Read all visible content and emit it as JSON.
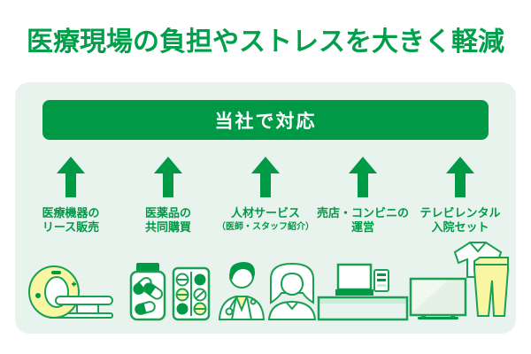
{
  "title": "医療現場の負担やストレスを大きく軽減",
  "banner": {
    "label": "当社で対応"
  },
  "colors": {
    "accent_green": "#009a47",
    "title_green": "#00a04b",
    "panel_background": "#e8f3ee",
    "icon_yellow": "#f9f6a3",
    "icon_light_green": "#cde9d7",
    "white": "#ffffff"
  },
  "services": [
    {
      "name": "medical-equipment-lease",
      "line1": "医療機器の",
      "line2": "リース販売",
      "icon": "mri-scanner-icon"
    },
    {
      "name": "pharmaceutical-joint-purchase",
      "line1": "医薬品の",
      "line2": "共同購買",
      "icon": "medicine-icon"
    },
    {
      "name": "hr-services",
      "line1": "人材サービス",
      "line2": "（医師・スタッフ紹介）",
      "icon": "medical-staff-icon"
    },
    {
      "name": "shop-convenience-store",
      "line1": "売店・コンビニの",
      "line2": "運営",
      "icon": "store-register-icon"
    },
    {
      "name": "tv-rental-hospital-set",
      "line1": "テレビレンタル",
      "line2": "入院セット",
      "icon": "tv-rental-icon"
    }
  ]
}
